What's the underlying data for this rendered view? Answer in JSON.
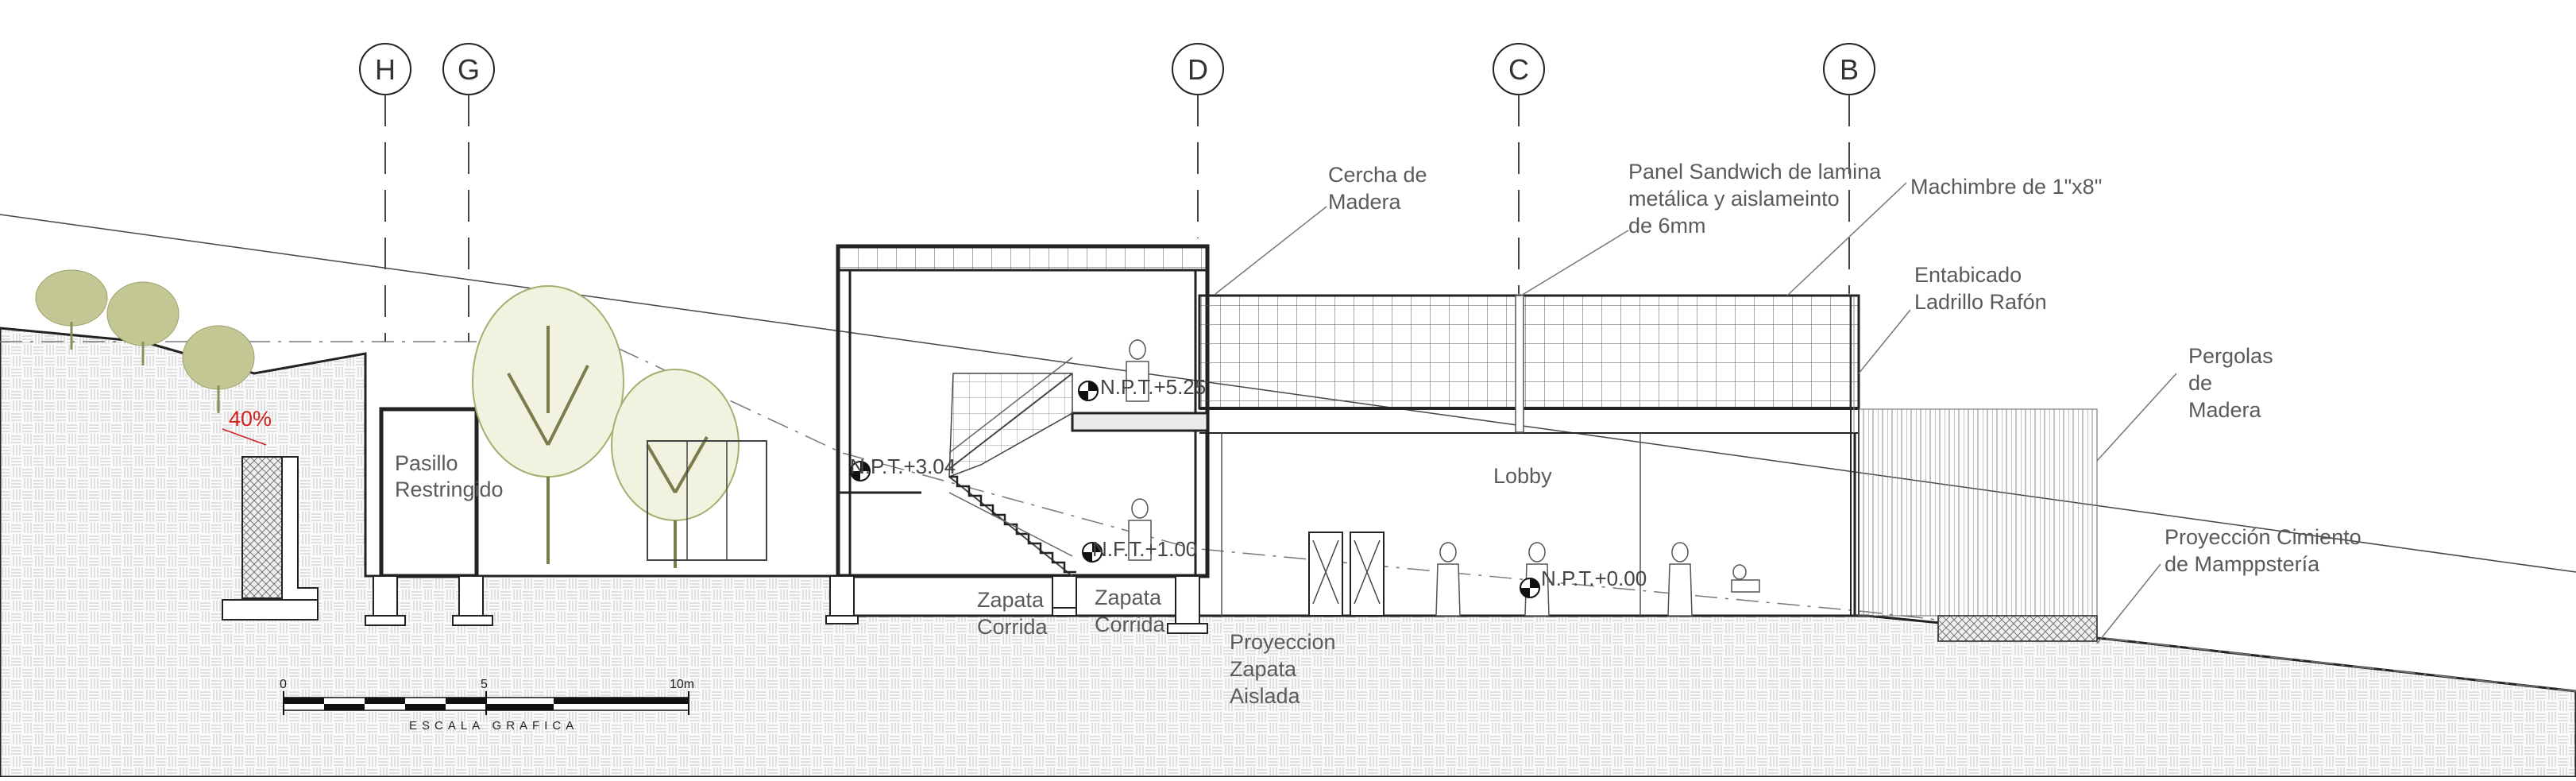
{
  "grid_axes": [
    "H",
    "G",
    "D",
    "C",
    "B"
  ],
  "annotations": {
    "cercha": [
      "Cercha de",
      "Madera"
    ],
    "panel": [
      "Panel Sandwich de lamina",
      "metálica y aislameinto",
      "de 6mm"
    ],
    "machimbre": "Machimbre de 1\"x8\"",
    "entabicado": [
      "Entabicado",
      "Ladrillo Rafón"
    ],
    "pergolas": [
      "Pergolas",
      "de",
      "Madera"
    ],
    "proyeccion_cimiento": [
      "Proyección Cimiento",
      "de Mamppstería"
    ],
    "lobby": "Lobby",
    "pasillo": [
      "Pasillo",
      "Restringido"
    ],
    "zapata_corrida_1": [
      "Zapata",
      "Corrida"
    ],
    "zapata_corrida_2": [
      "Zapata",
      "Corrida"
    ],
    "proyeccion_zapata": [
      "Proyeccion",
      "Zapata",
      "Aislada"
    ],
    "slope": "40%"
  },
  "levels": {
    "npt_525": "N.P.T.+5.25",
    "npt_304": "N.P.T.+3.04",
    "npt_100": "N.F.T.+1.00",
    "npt_000": "N.P.T.+0.00"
  },
  "scale_bar": {
    "labels": [
      "0",
      "5",
      "10m"
    ],
    "title": "ESCALA GRAFICA"
  },
  "colors": {
    "line": "#222222",
    "annotation": "#5a5a5a",
    "tree": "#b9bf86",
    "slope_text": "#d41f1f",
    "ground_hatch": "#bdbdbd"
  }
}
